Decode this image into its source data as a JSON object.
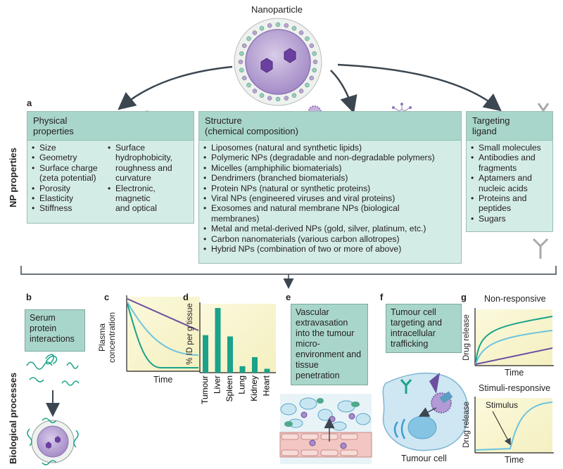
{
  "top": {
    "nanoparticle_label": "Nanoparticle"
  },
  "np_properties": {
    "side_title": "NP properties",
    "letter": "a",
    "physical": {
      "title_line1": "Physical",
      "title_line2": "properties",
      "col1": [
        "Size",
        "Geometry",
        "Surface charge",
        "(zeta potential)",
        "Porosity",
        "Elasticity",
        "Stiffness"
      ],
      "col2": [
        "Surface",
        "hydrophobicity,",
        "roughness and",
        "curvature",
        "Electronic,",
        "magnetic",
        "and optical"
      ]
    },
    "structure": {
      "title_line1": "Structure",
      "title_line2": "(chemical composition)",
      "items": [
        "Liposomes (natural and synthetic lipids)",
        "Polymeric NPs (degradable and non-degradable polymers)",
        "Micelles (amphiphilic biomaterials)",
        "Dendrimers (branched biomaterials)",
        "Protein NPs (natural or synthetic proteins)",
        "Viral NPs (engineered viruses and viral proteins)",
        "Exosomes and natural membrane NPs (biological",
        "membranes)",
        "Metal and metal-derived NPs (gold, silver, platinum, etc.)",
        "Carbon nanomaterials (various carbon allotropes)",
        "Hybrid NPs (combination of two or more of above)"
      ]
    },
    "targeting": {
      "title_line1": "Targeting",
      "title_line2": "ligand",
      "items": [
        "Small molecules",
        "Antibodies and",
        "fragments",
        "Aptamers and",
        "nucleic acids",
        "Proteins and",
        "peptides",
        "Sugars"
      ]
    }
  },
  "bio": {
    "side_title": "Biological processes",
    "b": {
      "letter": "b",
      "label": "Serum protein interactions"
    },
    "c": {
      "letter": "c",
      "ylabel_line1": "Plasma",
      "ylabel_line2": "concentration",
      "xlabel": "Time"
    },
    "d": {
      "letter": "d",
      "ylabel": "% ID per g tissue",
      "categories": [
        "Tumour",
        "Liver",
        "Spleen",
        "Lung",
        "Kidney",
        "Heart"
      ],
      "values": [
        0.58,
        1.0,
        0.56,
        0.1,
        0.24,
        0.06
      ]
    },
    "e": {
      "letter": "e",
      "label": "Vascular extravasation into the tumour micro-environment and tissue penetration"
    },
    "f": {
      "letter": "f",
      "label": "Tumour cell targeting and intracellular trafficking",
      "cell_label": "Tumour cell"
    },
    "g": {
      "letter": "g",
      "top_title": "Non-responsive",
      "bottom_title": "Stimuli-responsive",
      "ylabel": "Drug release",
      "xlabel": "Time",
      "stimulus": "Stimulus"
    }
  },
  "colors": {
    "teal": "#1aa38a",
    "purple": "#6b4fa0",
    "light_blue": "#6cc3e0",
    "box_fill": "#d4ece6",
    "head_fill": "#a9d6cb"
  }
}
